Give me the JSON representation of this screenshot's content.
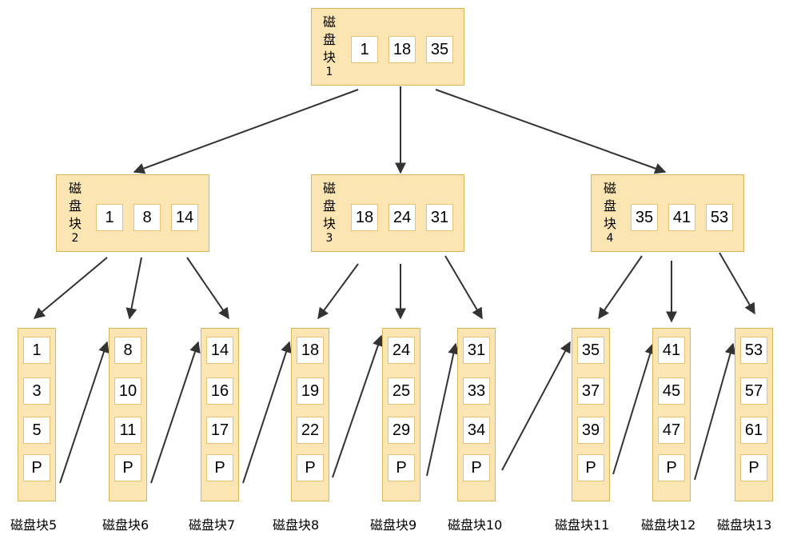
{
  "root": {
    "label_chars": [
      "磁",
      "盘",
      "块"
    ],
    "label_num": "1",
    "keys": [
      "1",
      "18",
      "35"
    ]
  },
  "internal": [
    {
      "label_chars": [
        "磁",
        "盘",
        "块"
      ],
      "label_num": "2",
      "keys": [
        "1",
        "8",
        "14"
      ]
    },
    {
      "label_chars": [
        "磁",
        "盘",
        "块"
      ],
      "label_num": "3",
      "keys": [
        "18",
        "24",
        "31"
      ]
    },
    {
      "label_chars": [
        "磁",
        "盘",
        "块"
      ],
      "label_num": "4",
      "keys": [
        "35",
        "41",
        "53"
      ]
    }
  ],
  "leaves": [
    {
      "label": "磁盘块5",
      "keys": [
        "1",
        "3",
        "5",
        "P"
      ]
    },
    {
      "label": "磁盘块6",
      "keys": [
        "8",
        "10",
        "11",
        "P"
      ]
    },
    {
      "label": "磁盘块7",
      "keys": [
        "14",
        "16",
        "17",
        "P"
      ]
    },
    {
      "label": "磁盘块8",
      "keys": [
        "18",
        "19",
        "22",
        "P"
      ]
    },
    {
      "label": "磁盘块9",
      "keys": [
        "24",
        "25",
        "29",
        "P"
      ]
    },
    {
      "label": "磁盘块10",
      "keys": [
        "31",
        "33",
        "34",
        "P"
      ]
    },
    {
      "label": "磁盘块11",
      "keys": [
        "35",
        "37",
        "39",
        "P"
      ]
    },
    {
      "label": "磁盘块12",
      "keys": [
        "41",
        "45",
        "47",
        "P"
      ]
    },
    {
      "label": "磁盘块13",
      "keys": [
        "53",
        "57",
        "61",
        "P"
      ]
    }
  ],
  "colors": {
    "block_fill": "#fbe6b3",
    "block_border": "#d6b656",
    "key_border": "#e6c278",
    "arrow": "#333333"
  }
}
